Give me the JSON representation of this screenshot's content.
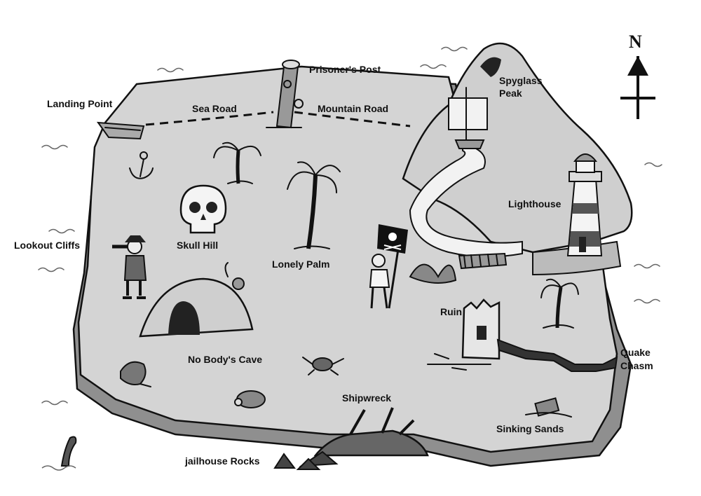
{
  "colors": {
    "land": "#d4d4d4",
    "land_edge": "#9a9a9a",
    "cliff": "#8f8f8f",
    "ink": "#111111",
    "water_line": "#666666",
    "mountain": "#cfcfcf",
    "path": "#f2f2f2",
    "lighthouse_stripe": "#555555",
    "flag": "#111111",
    "cave": "#222222"
  },
  "compass": {
    "north_label": "N",
    "icon": "north-arrow-icon"
  },
  "locations": {
    "landing_point": "Landing Point",
    "sea_road": "Sea Road",
    "prisoners_post": "Prisoner's Post",
    "mountain_road": "Mountain Road",
    "spyglass_peak_line1": "Spyglass",
    "spyglass_peak_line2": "Peak",
    "lighthouse": "Lighthouse",
    "lookout_cliffs": "Lookout Cliffs",
    "skull_hill": "Skull Hill",
    "lonely_palm": "Lonely Palm",
    "ruin": "Ruin",
    "quake_chasm_line1": "Quake",
    "quake_chasm_line2": "Chasm",
    "no_bodys_cave": "No Body's Cave",
    "shipwreck": "Shipwreck",
    "sinking_sands": "Sinking Sands",
    "jailhouse_rocks": "jailhouse Rocks"
  },
  "icons": [
    "rowboat-icon",
    "anchor-icon",
    "post-icon",
    "palm-tree-icon",
    "skull-icon",
    "pirate-icon",
    "pirate-flag-icon",
    "cave-icon",
    "monkey-icon",
    "parrot-icon",
    "turtle-icon",
    "crab-icon",
    "ruin-tower-icon",
    "lighthouse-icon",
    "treasure-chest-icon",
    "shipwreck-icon",
    "whale-tail-icon",
    "mountain-icon",
    "sail-ship-icon",
    "bridge-icon",
    "fern-icon"
  ]
}
